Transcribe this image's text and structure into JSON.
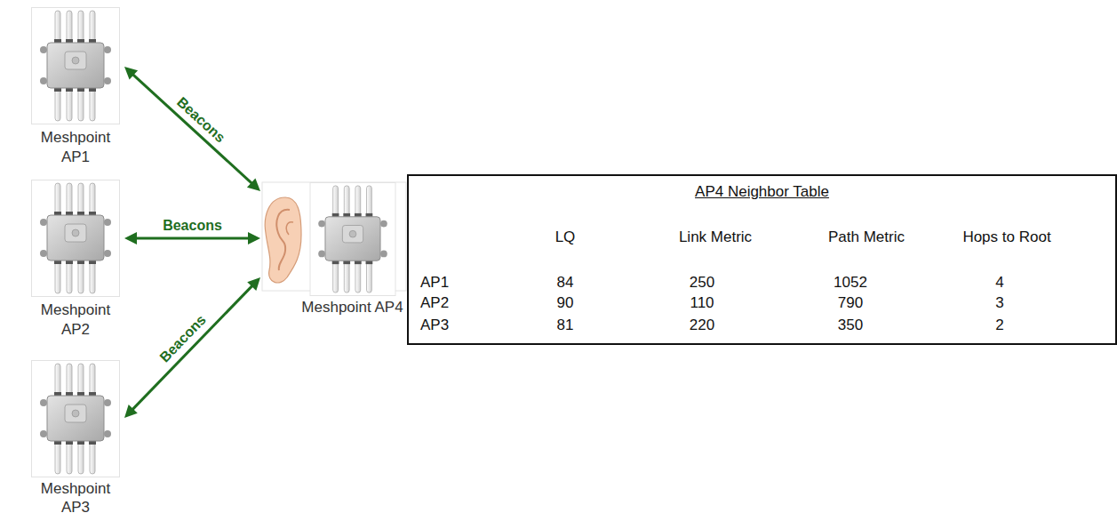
{
  "diagram": {
    "nodes": [
      {
        "text": [
          "Meshpoint AP1"
        ]
      },
      {
        "text": [
          "Meshpoint AP2"
        ]
      },
      {
        "text": [
          "Meshpoint AP3"
        ]
      },
      {
        "text": [
          "Meshpoint AP4"
        ]
      },
      {
        "text": [
          "AP4 Neighbor Table"
        ]
      }
    ],
    "edges": [
      {
        "from": 0,
        "to": 3,
        "arrow": "both",
        "label": "Beacons"
      },
      {
        "from": 1,
        "to": 3,
        "arrow": "both",
        "label": "Beacons"
      },
      {
        "from": 2,
        "to": 3,
        "arrow": "both",
        "label": "Beacons"
      }
    ],
    "labels": [
      "LQ",
      "Link Metric",
      "Path Metric",
      "Hops to Root",
      "AP1",
      "84",
      "250",
      "1052",
      "4",
      "AP2",
      "90",
      "110",
      "790",
      "3",
      "AP3",
      "81",
      "220",
      "350",
      "2"
    ]
  }
}
